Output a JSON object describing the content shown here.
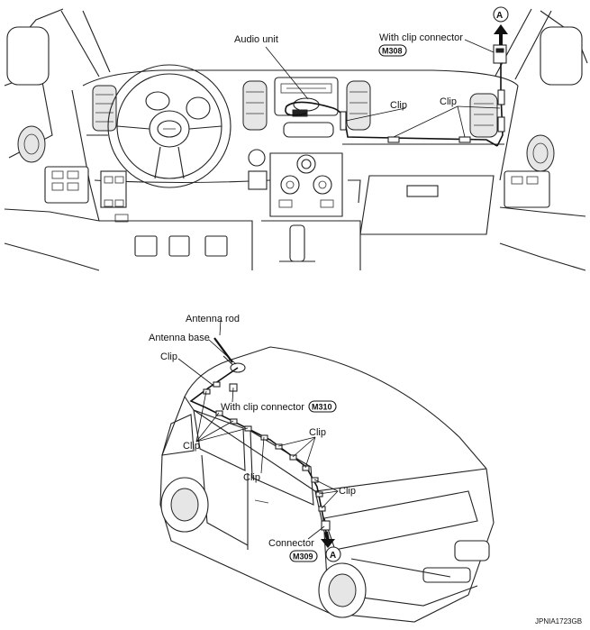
{
  "top_view": {
    "audio_unit_label": "Audio unit",
    "clip_connector_label": "With clip connector",
    "clip_connector_code": "M308",
    "clip_label_1": "Clip",
    "clip_label_2": "Clip",
    "ref_marker": "A"
  },
  "bottom_view": {
    "antenna_rod_label": "Antenna rod",
    "antenna_base_label": "Antenna base",
    "clip_label_top": "Clip",
    "clip_connector_label": "With clip connector",
    "clip_connector_code": "M310",
    "clip_label_left": "Clip",
    "clip_label_mid": "Clip",
    "clip_label_right_upper": "Clip",
    "clip_label_right_lower": "Clip",
    "connector_label": "Connector",
    "connector_code": "M309",
    "ref_marker": "A"
  },
  "figure_code": "JPNIA1723GB"
}
